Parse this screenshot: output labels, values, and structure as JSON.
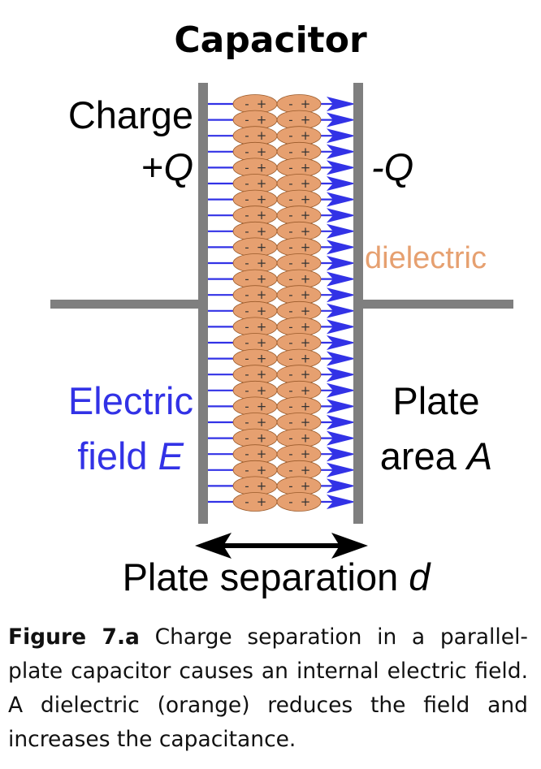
{
  "diagram": {
    "title": "Capacitor",
    "label_charge": "Charge",
    "label_plus": "+",
    "label_q_left": "Q",
    "label_q_right": "-Q",
    "label_dielectric": "dielectric",
    "label_field_1": "Electric",
    "label_field_2": "field",
    "label_field_var": "E",
    "label_plate_1": "Plate",
    "label_plate_2": "area",
    "label_plate_var": "A",
    "label_separation": "Plate separation",
    "label_separation_var": "d",
    "dipole_minus": "-",
    "dipole_plus": "+",
    "colors": {
      "plate": "#7f7f7f",
      "field": "#3232e6",
      "dielectric": "#e6a070",
      "dielectric_edge": "#9a5a2a",
      "text": "#000000"
    }
  },
  "caption": {
    "fig_label": "Figure 7.a",
    "text": " Charge separation in a parallel-plate capacitor causes an internal electric field. A dielectric (orange) reduces the field and increases the capacitance."
  }
}
